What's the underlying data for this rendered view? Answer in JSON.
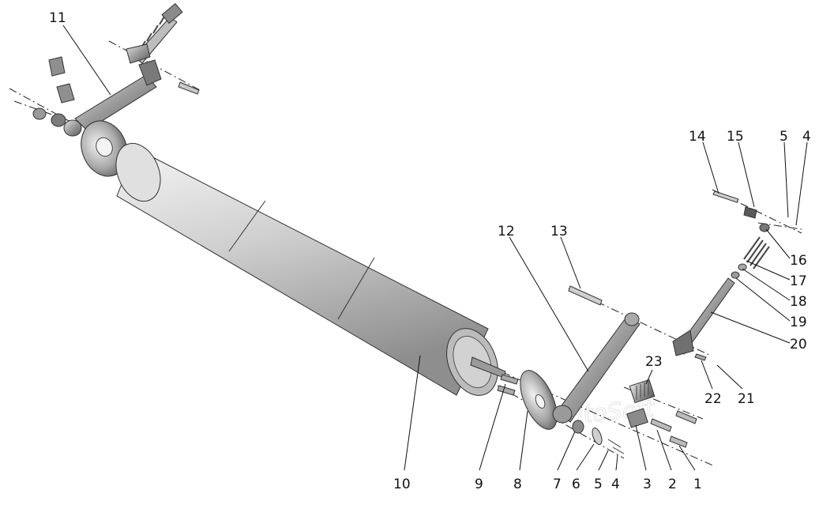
{
  "watermark": "AutoSoft",
  "callouts": [
    "1",
    "2",
    "3",
    "4",
    "5",
    "6",
    "7",
    "8",
    "9",
    "10",
    "11",
    "12",
    "13",
    "14",
    "15",
    "5",
    "4",
    "16",
    "17",
    "18",
    "19",
    "20",
    "21",
    "22",
    "23"
  ],
  "colors": {
    "part_light": "#e8e8e8",
    "part_mid": "#a9a9a9",
    "part_dark": "#555555",
    "line": "#111111"
  }
}
